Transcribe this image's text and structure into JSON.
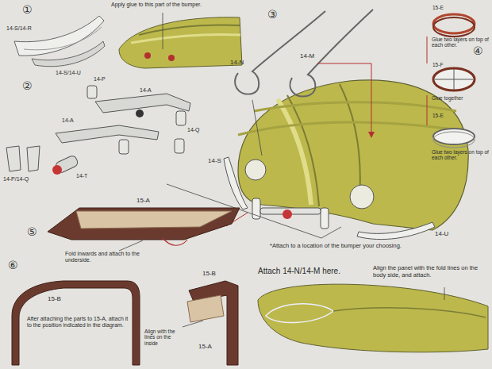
{
  "diagram": {
    "labels": [
      "①",
      "14-S/14-R",
      "14-S/14-U",
      "Apply glue to this part of the bumper.",
      "②",
      "14-P",
      "14-A",
      "14-A",
      "14-Q",
      "14-P/14-Q",
      "14-T",
      "③",
      "14-N",
      "14-M",
      "14-S",
      "14-U",
      "④",
      "15-E",
      "Glue two layers on top of each other.",
      "15-F",
      "Glue together",
      "15-E",
      "Glue two layers on top of each other.",
      "15-A",
      "⑤",
      "Fold inwards and attach to the underside.",
      "*Attach to a location of the bumper your choosing.",
      "Attach 14-N/14-M here.",
      "Align the panel with the fold lines on the body side, and attach.",
      "⑥",
      "15-B",
      "15-B",
      "After attaching the parts to 15-A, attach it to the position indicated in the diagram.",
      "Align with the lines on the inside",
      "15-A"
    ]
  }
}
